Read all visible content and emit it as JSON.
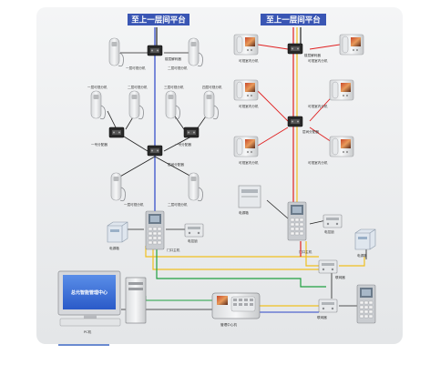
{
  "headers": {
    "left": "至上一层间平台",
    "right": "至上一层间平台"
  },
  "labels": {
    "handset_a": "一层可视分机",
    "handset_b": "二层可视分机",
    "handset_c": "三层可视分机",
    "handset_d": "四层可视分机",
    "indoor_monitor": "可视室内分机",
    "switcher": "楼层解码器",
    "decoder": "层间分配器",
    "distributor": "一号分配器",
    "power": "电源箱",
    "door_station": "门口主机",
    "amp": "联网器",
    "guard_unit": "管理中心机",
    "pc": "PC机",
    "pc_screen": "总元智能管理中心",
    "lock": "电控锁"
  },
  "icons": {
    "handset": "intercom-handset-icon",
    "monitor": "video-monitor-icon",
    "junction": "junction-box-icon",
    "door_panel": "door-station-icon",
    "power_box": "power-supply-icon",
    "computer": "computer-icon"
  },
  "colors": {
    "bg_panel": "#eceef0",
    "header": "#3a56b4",
    "bus_blue": "#2a44c8",
    "bus_red": "#e02020",
    "bus_yellow": "#f0c020",
    "bus_green": "#20a040",
    "bus_black": "#222222"
  }
}
